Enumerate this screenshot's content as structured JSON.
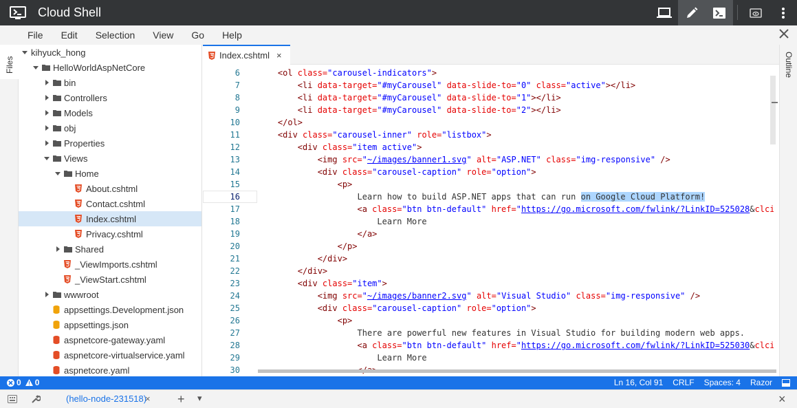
{
  "app": {
    "title": "Cloud Shell"
  },
  "colors": {
    "header_bg": "#333537",
    "accent": "#1a73e8",
    "selected_row": "#d6e7f7",
    "html_icon": "#e44d26",
    "json_icon": "#f0a30a"
  },
  "menu": [
    "File",
    "Edit",
    "Selection",
    "View",
    "Go",
    "Help"
  ],
  "left_panel_tab": "Files",
  "right_panel_tab": "Outline",
  "tree": [
    {
      "label": "kihyuck_hong",
      "depth": 0,
      "type": "folder",
      "open": true
    },
    {
      "label": "HelloWorldAspNetCore",
      "depth": 1,
      "type": "folder",
      "open": true
    },
    {
      "label": "bin",
      "depth": 2,
      "type": "folder",
      "open": false
    },
    {
      "label": "Controllers",
      "depth": 2,
      "type": "folder",
      "open": false
    },
    {
      "label": "Models",
      "depth": 2,
      "type": "folder",
      "open": false
    },
    {
      "label": "obj",
      "depth": 2,
      "type": "folder",
      "open": false
    },
    {
      "label": "Properties",
      "depth": 2,
      "type": "folder",
      "open": false
    },
    {
      "label": "Views",
      "depth": 2,
      "type": "folder",
      "open": true
    },
    {
      "label": "Home",
      "depth": 3,
      "type": "folder",
      "open": true
    },
    {
      "label": "About.cshtml",
      "depth": 4,
      "type": "html"
    },
    {
      "label": "Contact.cshtml",
      "depth": 4,
      "type": "html"
    },
    {
      "label": "Index.cshtml",
      "depth": 4,
      "type": "html",
      "selected": true
    },
    {
      "label": "Privacy.cshtml",
      "depth": 4,
      "type": "html"
    },
    {
      "label": "Shared",
      "depth": 3,
      "type": "folder",
      "open": false
    },
    {
      "label": "_ViewImports.cshtml",
      "depth": 3,
      "type": "html"
    },
    {
      "label": "_ViewStart.cshtml",
      "depth": 3,
      "type": "html"
    },
    {
      "label": "wwwroot",
      "depth": 2,
      "type": "folder",
      "open": false
    },
    {
      "label": "appsettings.Development.json",
      "depth": 2,
      "type": "json"
    },
    {
      "label": "appsettings.json",
      "depth": 2,
      "type": "json"
    },
    {
      "label": "aspnetcore-gateway.yaml",
      "depth": 2,
      "type": "yaml"
    },
    {
      "label": "aspnetcore-virtualservice.yaml",
      "depth": 2,
      "type": "yaml"
    },
    {
      "label": "aspnetcore.yaml",
      "depth": 2,
      "type": "yaml"
    }
  ],
  "editor": {
    "tab_label": "Index.cshtml",
    "tab_close": "×",
    "current_line": 16,
    "lines": [
      {
        "n": 6,
        "tokens": [
          [
            "tag",
            "    <ol "
          ],
          [
            "attr",
            "class="
          ],
          [
            "str",
            "\"carousel-indicators\""
          ],
          [
            "tag",
            ">"
          ]
        ]
      },
      {
        "n": 7,
        "tokens": [
          [
            "tag",
            "        <li "
          ],
          [
            "attr",
            "data-target="
          ],
          [
            "str",
            "\"#myCarousel\""
          ],
          [
            "plain",
            " "
          ],
          [
            "attr",
            "data-slide-to="
          ],
          [
            "str",
            "\"0\""
          ],
          [
            "plain",
            " "
          ],
          [
            "attr",
            "class="
          ],
          [
            "str",
            "\"active\""
          ],
          [
            "tag",
            "></li>"
          ]
        ]
      },
      {
        "n": 8,
        "tokens": [
          [
            "tag",
            "        <li "
          ],
          [
            "attr",
            "data-target="
          ],
          [
            "str",
            "\"#myCarousel\""
          ],
          [
            "plain",
            " "
          ],
          [
            "attr",
            "data-slide-to="
          ],
          [
            "str",
            "\"1\""
          ],
          [
            "tag",
            "></li>"
          ]
        ]
      },
      {
        "n": 9,
        "tokens": [
          [
            "tag",
            "        <li "
          ],
          [
            "attr",
            "data-target="
          ],
          [
            "str",
            "\"#myCarousel\""
          ],
          [
            "plain",
            " "
          ],
          [
            "attr",
            "data-slide-to="
          ],
          [
            "str",
            "\"2\""
          ],
          [
            "tag",
            "></li>"
          ]
        ]
      },
      {
        "n": 10,
        "tokens": [
          [
            "tag",
            "    </ol>"
          ]
        ]
      },
      {
        "n": 11,
        "tokens": [
          [
            "tag",
            "    <div "
          ],
          [
            "attr",
            "class="
          ],
          [
            "str",
            "\"carousel-inner\""
          ],
          [
            "plain",
            " "
          ],
          [
            "attr",
            "role="
          ],
          [
            "str",
            "\"listbox\""
          ],
          [
            "tag",
            ">"
          ]
        ]
      },
      {
        "n": 12,
        "tokens": [
          [
            "tag",
            "        <div "
          ],
          [
            "attr",
            "class="
          ],
          [
            "str",
            "\"item active\""
          ],
          [
            "tag",
            ">"
          ]
        ]
      },
      {
        "n": 13,
        "tokens": [
          [
            "tag",
            "            <img "
          ],
          [
            "attr",
            "src="
          ],
          [
            "str",
            "\""
          ],
          [
            "url",
            "~/images/banner1.svg"
          ],
          [
            "str",
            "\""
          ],
          [
            "plain",
            " "
          ],
          [
            "attr",
            "alt="
          ],
          [
            "str",
            "\"ASP.NET\""
          ],
          [
            "plain",
            " "
          ],
          [
            "attr",
            "class="
          ],
          [
            "str",
            "\"img-responsive\""
          ],
          [
            "tag",
            " />"
          ]
        ]
      },
      {
        "n": 14,
        "tokens": [
          [
            "tag",
            "            <div "
          ],
          [
            "attr",
            "class="
          ],
          [
            "str",
            "\"carousel-caption\""
          ],
          [
            "plain",
            " "
          ],
          [
            "attr",
            "role="
          ],
          [
            "str",
            "\"option\""
          ],
          [
            "tag",
            ">"
          ]
        ]
      },
      {
        "n": 15,
        "tokens": [
          [
            "tag",
            "                <p>"
          ]
        ]
      },
      {
        "n": 16,
        "tokens": [
          [
            "plain",
            "                    Learn how to build ASP.NET apps that can run "
          ],
          [
            "hl",
            "on Google Cloud Platform!"
          ]
        ]
      },
      {
        "n": 17,
        "tokens": [
          [
            "tag",
            "                    <a "
          ],
          [
            "attr",
            "class="
          ],
          [
            "str",
            "\"btn btn-default\""
          ],
          [
            "plain",
            " "
          ],
          [
            "attr",
            "href="
          ],
          [
            "str",
            "\""
          ],
          [
            "url",
            "https://go.microsoft.com/fwlink/?LinkID=525028"
          ],
          [
            "plain",
            "&"
          ],
          [
            "attr",
            "clcid"
          ]
        ]
      },
      {
        "n": 18,
        "tokens": [
          [
            "plain",
            "                        Learn More"
          ]
        ]
      },
      {
        "n": 19,
        "tokens": [
          [
            "tag",
            "                    </a>"
          ]
        ]
      },
      {
        "n": 20,
        "tokens": [
          [
            "tag",
            "                </p>"
          ]
        ]
      },
      {
        "n": 21,
        "tokens": [
          [
            "tag",
            "            </div>"
          ]
        ]
      },
      {
        "n": 22,
        "tokens": [
          [
            "tag",
            "        </div>"
          ]
        ]
      },
      {
        "n": 23,
        "tokens": [
          [
            "tag",
            "        <div "
          ],
          [
            "attr",
            "class="
          ],
          [
            "str",
            "\"item\""
          ],
          [
            "tag",
            ">"
          ]
        ]
      },
      {
        "n": 24,
        "tokens": [
          [
            "tag",
            "            <img "
          ],
          [
            "attr",
            "src="
          ],
          [
            "str",
            "\""
          ],
          [
            "url",
            "~/images/banner2.svg"
          ],
          [
            "str",
            "\""
          ],
          [
            "plain",
            " "
          ],
          [
            "attr",
            "alt="
          ],
          [
            "str",
            "\"Visual Studio\""
          ],
          [
            "plain",
            " "
          ],
          [
            "attr",
            "class="
          ],
          [
            "str",
            "\"img-responsive\""
          ],
          [
            "tag",
            " />"
          ]
        ]
      },
      {
        "n": 25,
        "tokens": [
          [
            "tag",
            "            <div "
          ],
          [
            "attr",
            "class="
          ],
          [
            "str",
            "\"carousel-caption\""
          ],
          [
            "plain",
            " "
          ],
          [
            "attr",
            "role="
          ],
          [
            "str",
            "\"option\""
          ],
          [
            "tag",
            ">"
          ]
        ]
      },
      {
        "n": 26,
        "tokens": [
          [
            "tag",
            "                <p>"
          ]
        ]
      },
      {
        "n": 27,
        "tokens": [
          [
            "plain",
            "                    There are powerful new features in Visual Studio for building modern web apps."
          ]
        ]
      },
      {
        "n": 28,
        "tokens": [
          [
            "tag",
            "                    <a "
          ],
          [
            "attr",
            "class="
          ],
          [
            "str",
            "\"btn btn-default\""
          ],
          [
            "plain",
            " "
          ],
          [
            "attr",
            "href="
          ],
          [
            "str",
            "\""
          ],
          [
            "url",
            "https://go.microsoft.com/fwlink/?LinkID=525030"
          ],
          [
            "plain",
            "&"
          ],
          [
            "attr",
            "clcid"
          ]
        ]
      },
      {
        "n": 29,
        "tokens": [
          [
            "plain",
            "                        Learn More"
          ]
        ]
      },
      {
        "n": 30,
        "tokens": [
          [
            "tag",
            "                    </a>"
          ]
        ]
      }
    ]
  },
  "status": {
    "errors": "0",
    "warnings": "0",
    "position": "Ln 16, Col 91",
    "eol": "CRLF",
    "indent": "Spaces: 4",
    "language": "Razor"
  },
  "terminal": {
    "tab_label": "(hello-node-231518)",
    "tab_close": "×",
    "add": "+",
    "dropdown": "▾",
    "close": "×"
  }
}
